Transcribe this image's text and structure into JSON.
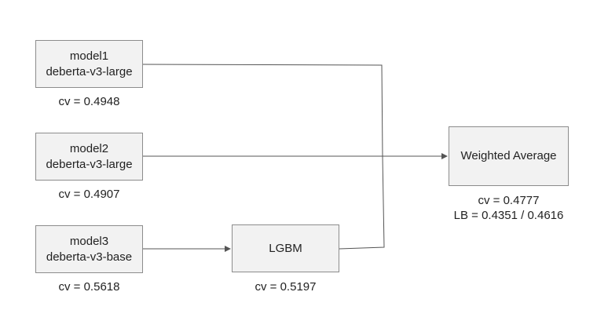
{
  "nodes": {
    "model1": {
      "line1": "model1",
      "line2": "deberta-v3-large",
      "cv": "cv = 0.4948"
    },
    "model2": {
      "line1": "model2",
      "line2": "deberta-v3-large",
      "cv": "cv = 0.4907"
    },
    "model3": {
      "line1": "model3",
      "line2": "deberta-v3-base",
      "cv": "cv = 0.5618"
    },
    "lgbm": {
      "label": "LGBM",
      "cv": "cv = 0.5197"
    },
    "weighted_average": {
      "label": "Weighted Average",
      "cv": "cv = 0.4777",
      "lb": "LB = 0.4351 / 0.4616"
    }
  },
  "edges": [
    {
      "from": "model1",
      "to": "weighted_average"
    },
    {
      "from": "model2",
      "to": "weighted_average"
    },
    {
      "from": "model3",
      "to": "lgbm"
    },
    {
      "from": "lgbm",
      "to": "weighted_average"
    }
  ],
  "colors": {
    "box_fill": "#f2f2f2",
    "box_border": "#8c8c8c",
    "edge": "#555555",
    "text": "#222222"
  }
}
